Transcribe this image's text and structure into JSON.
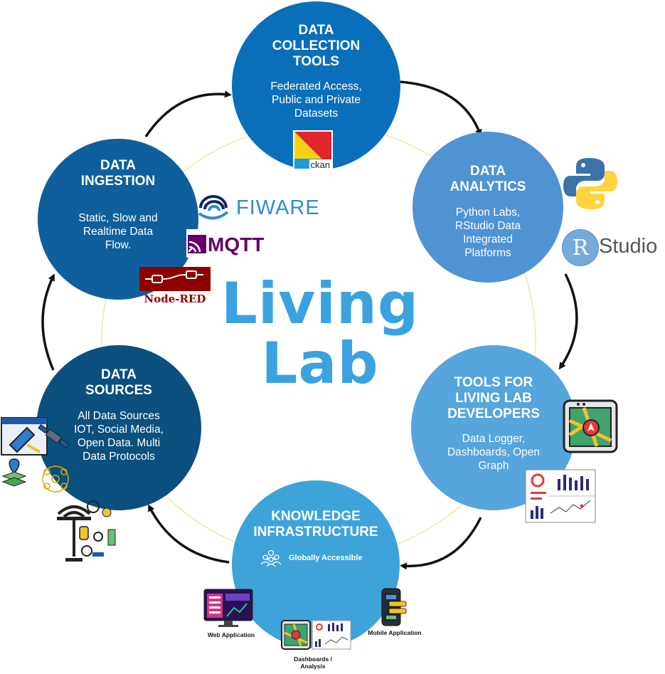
{
  "center": {
    "line1": "Living",
    "line2": "Lab"
  },
  "nodes": {
    "collection": {
      "title": [
        "DATA",
        "COLLECTION",
        "TOOLS"
      ],
      "desc": [
        "Federated Access,",
        "Public and Private",
        "Datasets"
      ],
      "color": "#0a6fba"
    },
    "analytics": {
      "title": [
        "DATA",
        "ANALYTICS"
      ],
      "desc": [
        "Python Labs,",
        "RStudio Data",
        "Integrated",
        "Platforms"
      ],
      "color": "#4f93d2"
    },
    "tools": {
      "title": [
        "TOOLS FOR",
        "LIVING LAB",
        "DEVELOPERS"
      ],
      "desc": [
        "Data Logger,",
        "Dashboards, Open",
        "Graph"
      ],
      "color": "#56a5dc"
    },
    "knowledge": {
      "title": [
        "KNOWLEDGE",
        "INFRASTRUCTURE"
      ],
      "badge": "Globally Accessible",
      "color": "#3ea3d9"
    },
    "sources": {
      "title": [
        "DATA",
        "SOURCES"
      ],
      "desc": [
        "All Data Sources",
        "IOT, Social Media,",
        "Open Data. Multi",
        "Data Protocols"
      ],
      "color": "#0b4f7f"
    },
    "ingestion": {
      "title": [
        "DATA",
        "INGESTION"
      ],
      "desc": [
        "Static, Slow and",
        "Realtime Data",
        "Flow."
      ],
      "color": "#0f5f9c"
    }
  },
  "logos": {
    "ckan": "ckan",
    "fiware": "FIWARE",
    "mqtt": "MQTT",
    "nodered": "Node-RED",
    "rstudio_r": "R",
    "rstudio": "Studio"
  },
  "captions": {
    "web": "Web Application",
    "mobile": "Mobile Application",
    "dash1": "Dashboards /",
    "dash2": "Analysis"
  },
  "icons": [
    "python-logo-icon",
    "map-navigation-icon",
    "dashboard-chart-icon",
    "people-group-icon",
    "data-sources-collage-icon",
    "smart-pole-icon",
    "web-app-icon",
    "mobile-app-icon"
  ]
}
